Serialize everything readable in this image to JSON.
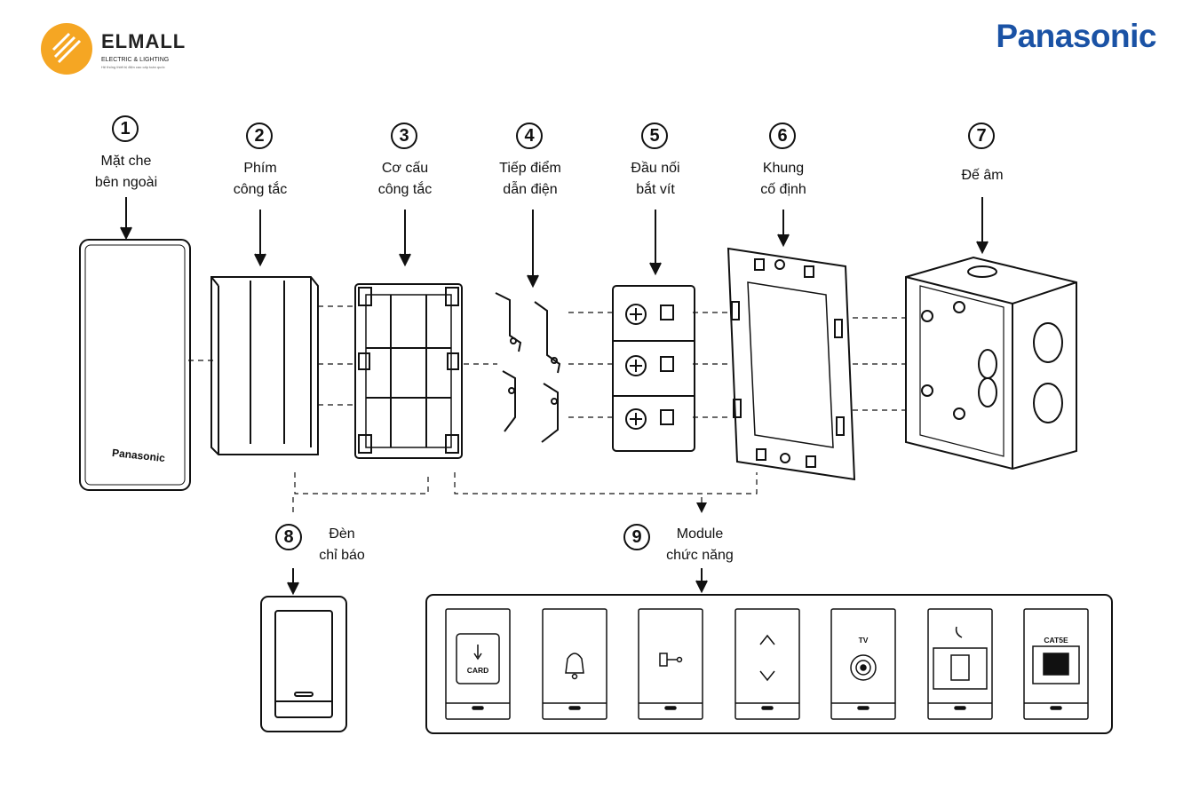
{
  "header": {
    "shop_logo": {
      "name": "ELMALL",
      "line1": "ELECTRIC & LIGHTING",
      "line2": "Hệ thống thiết bị điện cao cấp toàn quốc"
    },
    "brand": "Panasonic"
  },
  "parts": [
    {
      "number": "1",
      "label_lines": [
        "Mặt che",
        "bên ngoài"
      ]
    },
    {
      "number": "2",
      "label_lines": [
        "Phím",
        "công tắc"
      ]
    },
    {
      "number": "3",
      "label_lines": [
        "Cơ cấu",
        "công tắc"
      ]
    },
    {
      "number": "4",
      "label_lines": [
        "Tiếp điểm",
        "dẫn điện"
      ]
    },
    {
      "number": "5",
      "label_lines": [
        "Đầu nối",
        "bắt vít"
      ]
    },
    {
      "number": "6",
      "label_lines": [
        "Khung",
        "cố định"
      ]
    },
    {
      "number": "7",
      "label_lines": [
        "Đế âm"
      ]
    },
    {
      "number": "8",
      "label_lines": [
        "Đèn",
        "chỉ báo"
      ]
    },
    {
      "number": "9",
      "label_lines": [
        "Module",
        "chức năng"
      ]
    }
  ],
  "cover_plate_brand": "Panasonic",
  "modules": [
    {
      "icon": "card-icon",
      "text": "CARD"
    },
    {
      "icon": "bell-icon",
      "text": ""
    },
    {
      "icon": "key-icon",
      "text": ""
    },
    {
      "icon": "up-down-icon",
      "text": ""
    },
    {
      "icon": "tv-socket-icon",
      "text": "TV"
    },
    {
      "icon": "phone-socket-icon",
      "text": ""
    },
    {
      "icon": "data-socket-icon",
      "text": "CAT5E"
    }
  ],
  "colors": {
    "brand_blue": "#1a52a5",
    "logo_orange": "#f5a623",
    "line": "#111111"
  }
}
